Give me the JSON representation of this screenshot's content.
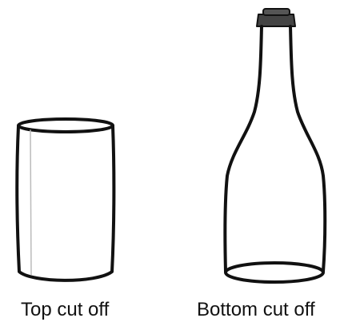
{
  "figure": {
    "left_item": {
      "caption": "Top cut off",
      "icon": "cut-glass-cylinder"
    },
    "right_item": {
      "caption": "Bottom cut off",
      "icon": "wine-bottle"
    }
  },
  "colors": {
    "background": "#ffffff",
    "outline": "#111111",
    "cap": "#444444",
    "highlight": "#bbbbbb"
  }
}
